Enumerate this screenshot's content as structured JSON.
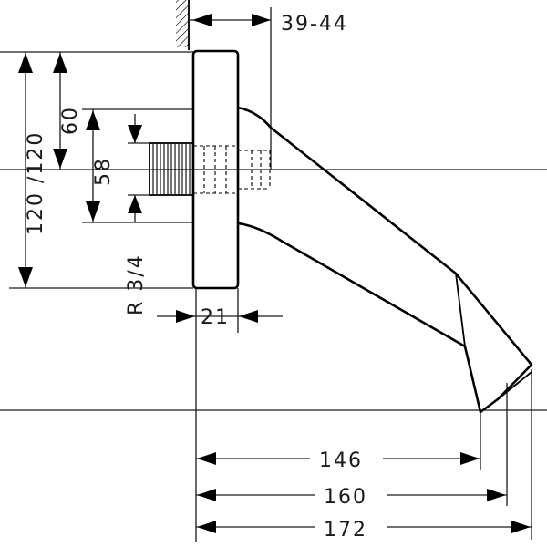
{
  "drawing": {
    "dimensions": {
      "wall_offset": "39-44",
      "total_height": "120 /120",
      "upper_height": "60",
      "thread_spacing": "58",
      "thread": "R 3/4",
      "flange_depth": "21",
      "reach_1": "146",
      "reach_2": "160",
      "reach_3": "172"
    }
  }
}
